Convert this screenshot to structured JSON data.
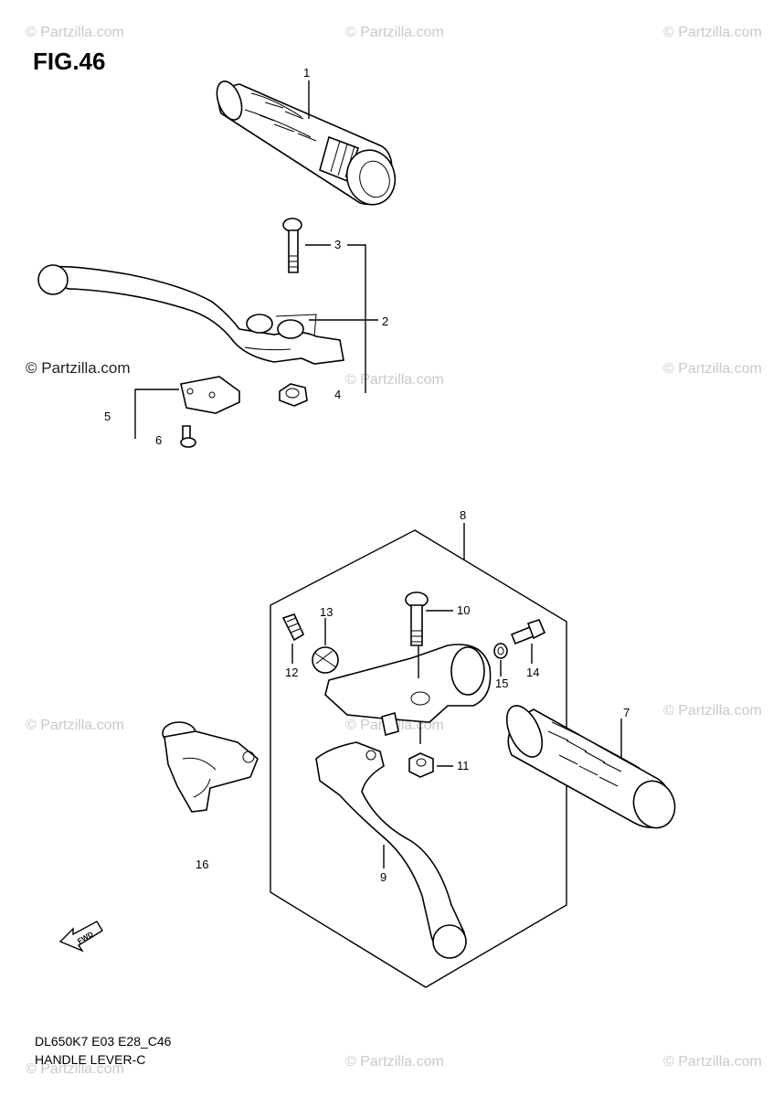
{
  "figure": {
    "title": "FIG.46",
    "footer_code": "DL650K7 E03 E28_C46",
    "footer_name": "HANDLE LEVER-C",
    "front_marker": "FWD"
  },
  "watermark": "© Partzilla.com",
  "callouts": [
    "1",
    "2",
    "3",
    "4",
    "5",
    "6",
    "7",
    "8",
    "9",
    "10",
    "11",
    "12",
    "13",
    "14",
    "15",
    "16"
  ]
}
